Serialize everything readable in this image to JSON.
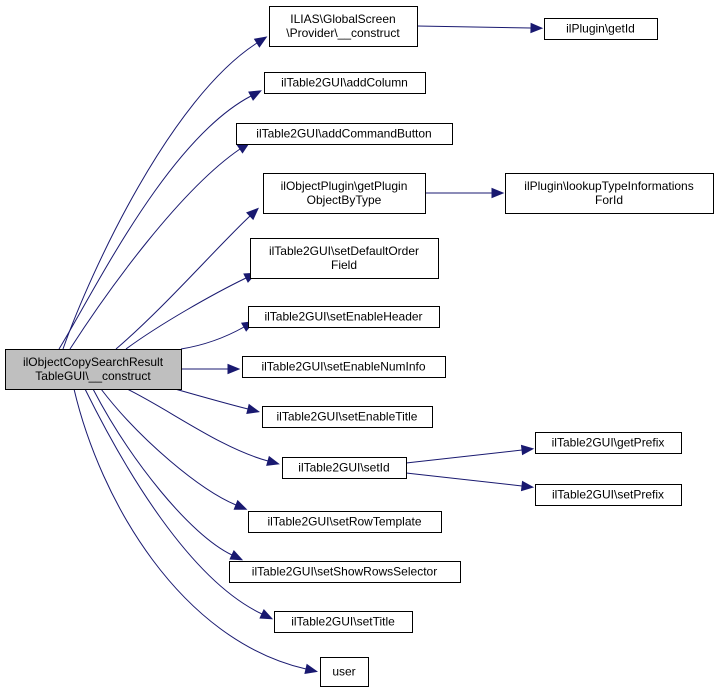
{
  "diagram": {
    "root": {
      "id": "root",
      "lines": [
        "ilObjectCopySearchResult",
        "TableGUI\\__construct"
      ]
    },
    "nodes": [
      {
        "id": "n1",
        "lines": [
          "ILIAS\\GlobalScreen",
          "\\Provider\\__construct"
        ]
      },
      {
        "id": "n2",
        "lines": [
          "ilPlugin\\getId"
        ]
      },
      {
        "id": "n3",
        "lines": [
          "ilTable2GUI\\addColumn"
        ]
      },
      {
        "id": "n4",
        "lines": [
          "ilTable2GUI\\addCommandButton"
        ]
      },
      {
        "id": "n5",
        "lines": [
          "ilObjectPlugin\\getPlugin",
          "ObjectByType"
        ]
      },
      {
        "id": "n6",
        "lines": [
          "ilPlugin\\lookupTypeInformations",
          "ForId"
        ]
      },
      {
        "id": "n7",
        "lines": [
          "ilTable2GUI\\setDefaultOrder",
          "Field"
        ]
      },
      {
        "id": "n8",
        "lines": [
          "ilTable2GUI\\setEnableHeader"
        ]
      },
      {
        "id": "n9",
        "lines": [
          "ilTable2GUI\\setEnableNumInfo"
        ]
      },
      {
        "id": "n10",
        "lines": [
          "ilTable2GUI\\setEnableTitle"
        ]
      },
      {
        "id": "n11",
        "lines": [
          "ilTable2GUI\\setId"
        ]
      },
      {
        "id": "n12",
        "lines": [
          "ilTable2GUI\\getPrefix"
        ]
      },
      {
        "id": "n13",
        "lines": [
          "ilTable2GUI\\setPrefix"
        ]
      },
      {
        "id": "n14",
        "lines": [
          "ilTable2GUI\\setRowTemplate"
        ]
      },
      {
        "id": "n15",
        "lines": [
          "ilTable2GUI\\setShowRowsSelector"
        ]
      },
      {
        "id": "n16",
        "lines": [
          "ilTable2GUI\\setTitle"
        ]
      },
      {
        "id": "n17",
        "lines": [
          "user"
        ]
      }
    ],
    "edges": [
      {
        "from": "root",
        "to": "n1"
      },
      {
        "from": "root",
        "to": "n3"
      },
      {
        "from": "root",
        "to": "n4"
      },
      {
        "from": "root",
        "to": "n5"
      },
      {
        "from": "root",
        "to": "n7"
      },
      {
        "from": "root",
        "to": "n8"
      },
      {
        "from": "root",
        "to": "n9"
      },
      {
        "from": "root",
        "to": "n10"
      },
      {
        "from": "root",
        "to": "n11"
      },
      {
        "from": "root",
        "to": "n14"
      },
      {
        "from": "root",
        "to": "n15"
      },
      {
        "from": "root",
        "to": "n16"
      },
      {
        "from": "root",
        "to": "n17"
      },
      {
        "from": "n1",
        "to": "n2"
      },
      {
        "from": "n5",
        "to": "n6"
      },
      {
        "from": "n11",
        "to": "n12"
      },
      {
        "from": "n11",
        "to": "n13"
      }
    ],
    "colors": {
      "edge": "#191970",
      "root_fill": "#bfbfbf",
      "node_fill": "#ffffff",
      "border": "#000000"
    }
  }
}
